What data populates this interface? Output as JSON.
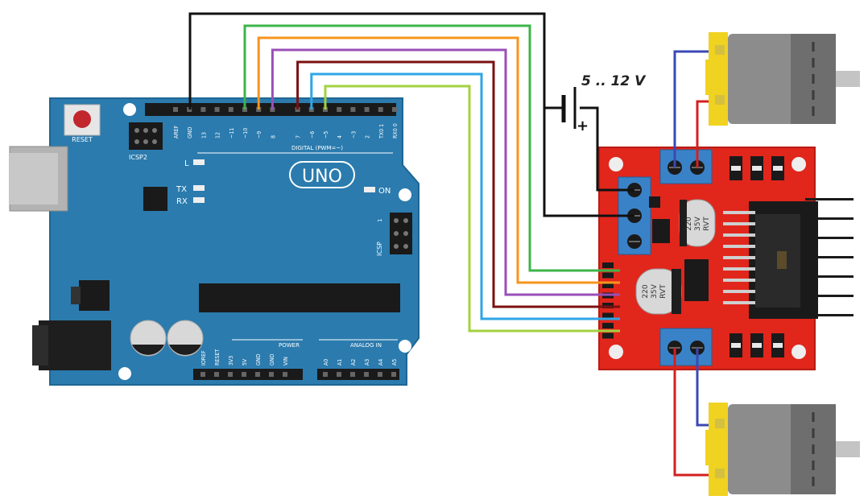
{
  "arduino": {
    "reset_label": "RESET",
    "icsp2_label": "ICSP2",
    "uno_label": "UNO",
    "digital_label": "DIGITAL (PWM=~)",
    "led_l": "L",
    "led_tx": "TX",
    "led_rx": "RX",
    "led_on": "ON",
    "icsp_label": "ICSP",
    "icsp_num": "1",
    "power_label": "POWER",
    "analog_label": "ANALOG IN",
    "top_pins": [
      "AREF",
      "GND",
      "13",
      "12",
      "~11",
      "~10",
      "~9",
      "8",
      "7",
      "~6",
      "~5",
      "4",
      "~3",
      "2",
      "TX0 1",
      "RX0 0"
    ],
    "power_pins": [
      "IOREF",
      "RESET",
      "3V3",
      "5V",
      "GND",
      "GND",
      "VIN"
    ],
    "analog_pins": [
      "A0",
      "A1",
      "A2",
      "A3",
      "A4",
      "A5"
    ]
  },
  "driver": {
    "cap_top": [
      "220",
      "35V",
      "RVT"
    ],
    "cap_bottom": [
      "220",
      "35V",
      "RVT"
    ]
  },
  "battery": {
    "voltage_label": "5 .. 12 V",
    "plus_sign": "+"
  },
  "wires": [
    {
      "from": "~10",
      "color": "#3cb54a"
    },
    {
      "from": "~9",
      "color": "#f7941d"
    },
    {
      "from": "8",
      "color": "#9b4fb8"
    },
    {
      "from": "7",
      "color": "#7b1010"
    },
    {
      "from": "~6",
      "color": "#2ea6e6"
    },
    {
      "from": "~5",
      "color": "#a3d13f"
    }
  ],
  "colors": {
    "board": "#2b7bae",
    "driver": "#e1261c",
    "terminal": "#3a82c8"
  }
}
